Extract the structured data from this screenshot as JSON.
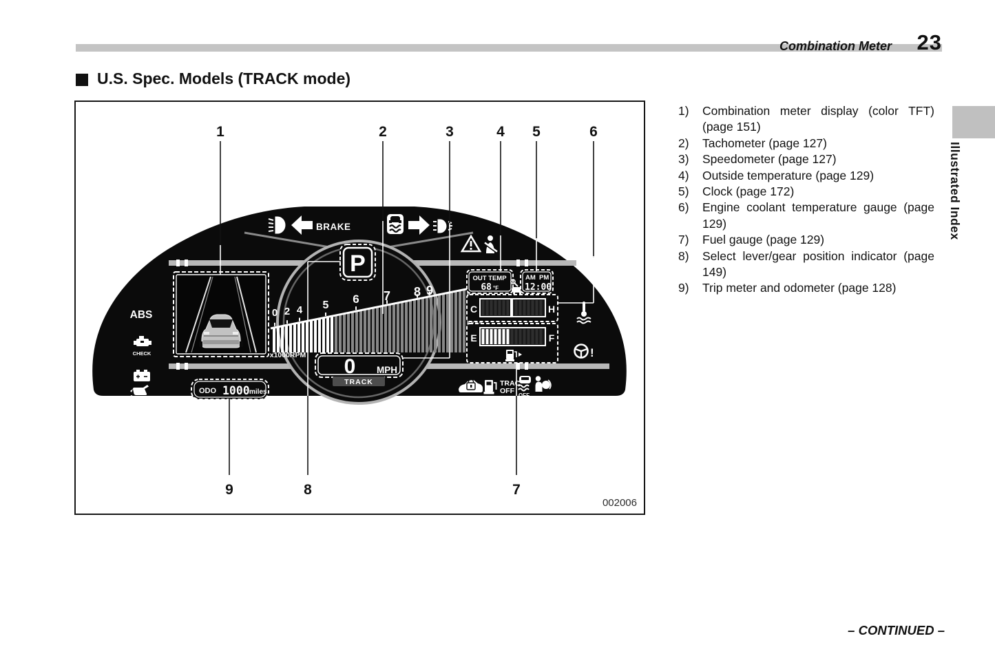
{
  "header": {
    "section_title": "Combination Meter",
    "page_number": "23"
  },
  "page": {
    "heading": "U.S. Spec. Models (TRACK mode)",
    "figure_code": "002006",
    "continued_label": "– CONTINUED –",
    "side_tab_label": "Illustrated Index"
  },
  "callout_numbers": [
    "1",
    "2",
    "3",
    "4",
    "5",
    "6",
    "7",
    "8",
    "9"
  ],
  "legend": [
    {
      "num": "1)",
      "text": "Combination meter display (color TFT) (page 151)"
    },
    {
      "num": "2)",
      "text": "Tachometer (page 127)"
    },
    {
      "num": "3)",
      "text": "Speedometer (page 127)"
    },
    {
      "num": "4)",
      "text": "Outside temperature (page 129)"
    },
    {
      "num": "5)",
      "text": "Clock (page 172)"
    },
    {
      "num": "6)",
      "text": "Engine coolant temperature gauge (page 129)"
    },
    {
      "num": "7)",
      "text": "Fuel gauge (page 129)"
    },
    {
      "num": "8)",
      "text": "Select lever/gear position indicator (page 149)"
    },
    {
      "num": "9)",
      "text": "Trip meter and odometer (page 128)"
    }
  ],
  "cluster": {
    "brake_label": "BRAKE",
    "abs_label": "ABS",
    "check_engine_label": "CHECK",
    "gear_position": "P",
    "tach_digits": [
      "0",
      "2",
      "4",
      "5",
      "6",
      "7",
      "8",
      "9"
    ],
    "tach_unit": "x1000RPM",
    "speed_value": "0",
    "speed_unit": "MPH",
    "drive_mode": "TRACK",
    "out_temp_label": "OUT TEMP",
    "out_temp_value": "68",
    "out_temp_unit": "°F",
    "clock_am": "AM",
    "clock_pm": "PM",
    "clock_time": "12:00",
    "coolant_cold": "C",
    "coolant_hot": "H",
    "fuel_empty": "E",
    "fuel_full": "F",
    "odo_label": "ODO",
    "odo_value": "1000",
    "odo_unit": "miles",
    "trac_line1": "TRAC",
    "trac_line2": "OFF",
    "vdc_off_label": "OFF"
  }
}
